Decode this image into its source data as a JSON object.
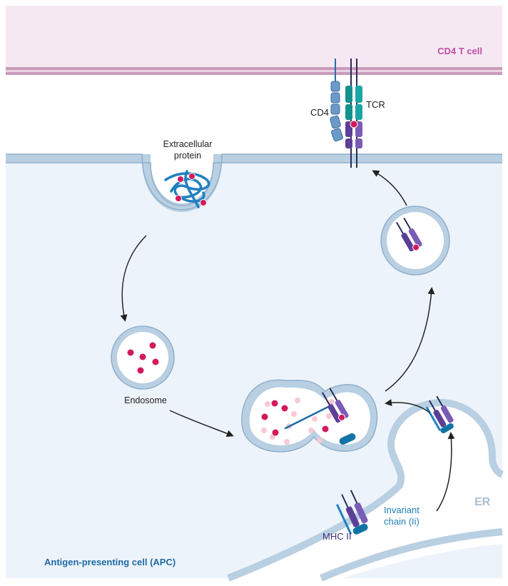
{
  "labels": {
    "tcell": "CD4 T cell",
    "cd4": "CD4",
    "tcr": "TCR",
    "extracellular_1": "Extracellular",
    "extracellular_2": "protein",
    "endosome": "Endosome",
    "er": "ER",
    "invariant_1": "Invariant",
    "invariant_2": "chain (Ii)",
    "mhc": "MHC II",
    "apc": "Antigen-presenting cell (APC)"
  },
  "colors": {
    "tcell_fill": "#f6e8f3",
    "tcell_membrane": "#c79bbb",
    "tcell_label": "#c04fa6",
    "apc_fill": "#edf3fa",
    "membrane": "#b9cfe2",
    "membrane_edge": "#8fb0cc",
    "apc_label": "#1f6aa5",
    "er_label": "#a8bfd6",
    "invariant_label": "#1f7fb0",
    "mhc_purple": "#5c3f97",
    "tcr_teal": "#13918f",
    "cd4_blue": "#6b9ac9",
    "peptide": "#d11a5c",
    "protein_blue": "#1f80c2",
    "arrow": "#222222"
  },
  "icons": {
    "peptide": "peptide-dot-icon",
    "arrow": "curved-arrow-icon",
    "mhc": "mhc-ii-molecule-icon"
  }
}
